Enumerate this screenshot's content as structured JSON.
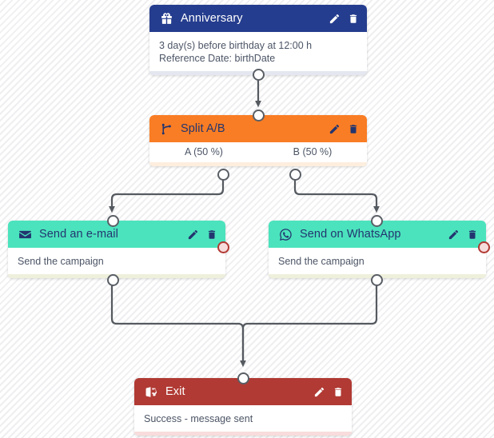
{
  "canvas": {
    "background_color": "#fdfdfd",
    "stripe_color": "#efeff1",
    "edge_color": "#555a60"
  },
  "nodes": {
    "anniversary": {
      "title": "Anniversary",
      "icon": "gift-icon",
      "header_color": "#253d8e",
      "foot_color": "#e4e7ef",
      "body_line_1": "3 day(s) before birthday at 12:00 h",
      "body_line_2": "Reference Date: birthDate",
      "edit_label": "edit",
      "delete_label": "delete"
    },
    "split": {
      "title": "Split A/B",
      "icon": "branch-icon",
      "header_color": "#f97d24",
      "foot_color": "#fdeedd",
      "branch_a": "A (50 %)",
      "branch_b": "B (50 %)",
      "edit_label": "edit",
      "delete_label": "delete"
    },
    "email": {
      "title": "Send an e-mail",
      "icon": "envelope-icon",
      "header_color": "#4be3bd",
      "foot_color": "#eff0dc",
      "body_line_1": "Send the campaign",
      "edit_label": "edit",
      "delete_label": "delete",
      "error_port_color": "#b13a34"
    },
    "whatsapp": {
      "title": "Send on WhatsApp",
      "icon": "whatsapp-icon",
      "header_color": "#4be3bd",
      "foot_color": "#eff0dc",
      "body_line_1": "Send the campaign",
      "edit_label": "edit",
      "delete_label": "delete",
      "error_port_color": "#b13a34"
    },
    "exit": {
      "title": "Exit",
      "icon": "exit-icon",
      "header_color": "#b13a34",
      "foot_color": "#f9dcdc",
      "body_line_1": "Success - message sent",
      "edit_label": "edit",
      "delete_label": "delete"
    }
  }
}
